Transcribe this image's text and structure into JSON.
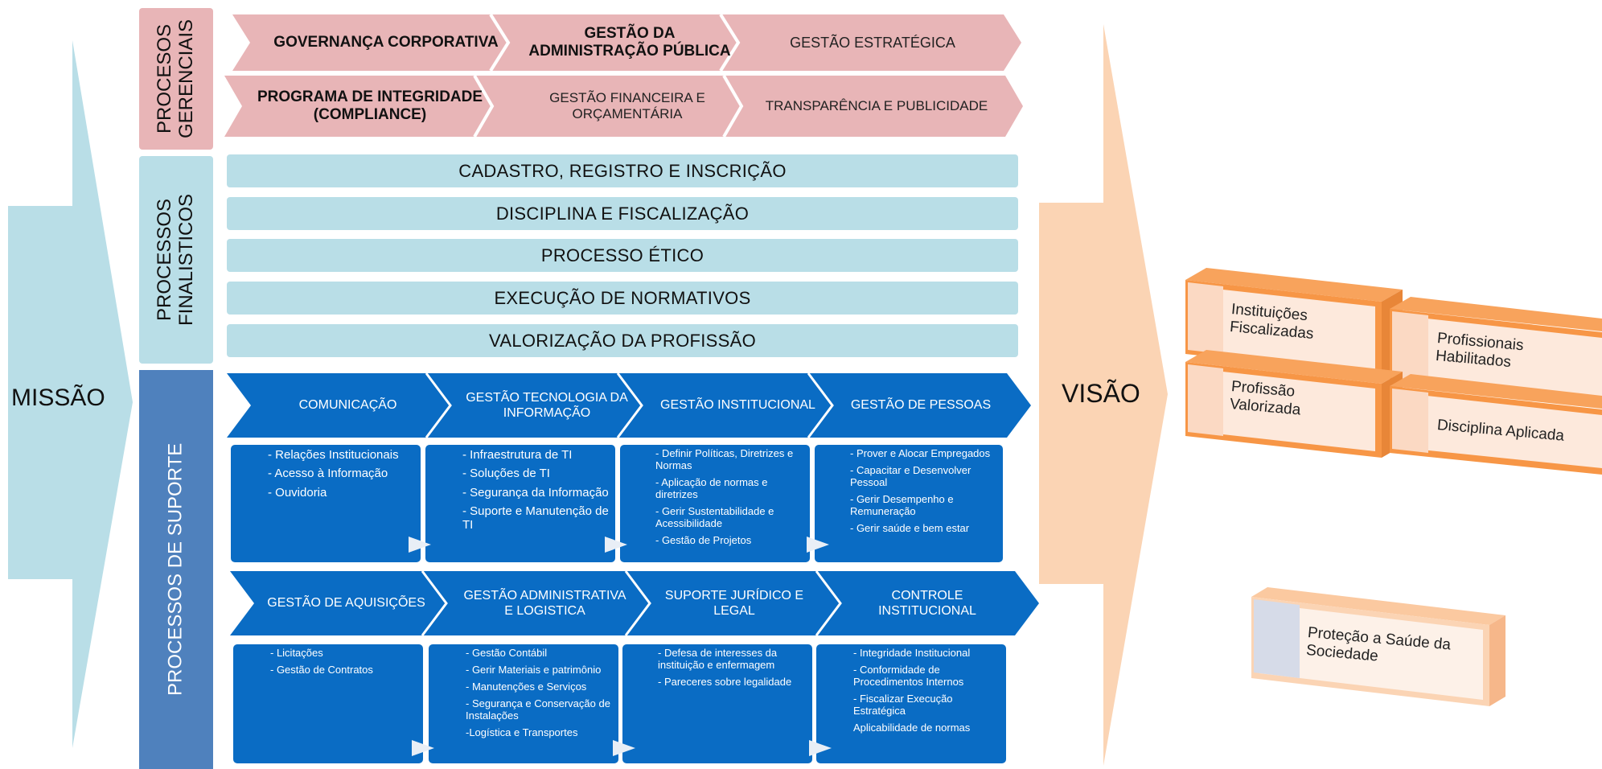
{
  "missao": "MISSÃO",
  "visao": "VISÃO",
  "gerenciais": {
    "label": "PROCESOS GERENCIAIS",
    "row1": [
      "GOVERNANÇA CORPORATIVA",
      "GESTÃO DA ADMINISTRAÇÃO PÚBLICA",
      "GESTÃO ESTRATÉGICA"
    ],
    "row2": [
      "PROGRAMA DE INTEGRIDADE (COMPLIANCE)",
      "GESTÃO FINANCEIRA E ORÇAMENTÁRIA",
      "TRANSPARÊNCIA E PUBLICIDADE"
    ]
  },
  "finalisticos": {
    "label": "PROCESSOS FINALISTICOS",
    "items": [
      "CADASTRO, REGISTRO E INSCRIÇÃO",
      "DISCIPLINA E FISCALIZAÇÃO",
      "PROCESSO ÉTICO",
      "EXECUÇÃO DE NORMATIVOS",
      "VALORIZAÇÃO DA PROFISSÃO"
    ]
  },
  "suporte": {
    "label": "PROCESSOS DE SUPORTE",
    "row1": [
      {
        "title": "COMUNICAÇÃO",
        "items": [
          "- Relações Institucionais",
          "- Acesso à Informação",
          "- Ouvidoria"
        ]
      },
      {
        "title": "GESTÃO TECNOLOGIA DA INFORMAÇÃO",
        "items": [
          "- Infraestrutura de TI",
          "- Soluções de TI",
          "- Segurança da Informação",
          "- Suporte e Manutenção de TI"
        ]
      },
      {
        "title": "GESTÃO INSTITUCIONAL",
        "items": [
          "- Definir Políticas, Diretrizes e Normas",
          "- Aplicação de normas e diretrizes",
          "- Gerir Sustentabilidade e Acessibilidade",
          "- Gestão de Projetos"
        ]
      },
      {
        "title": "GESTÃO DE PESSOAS",
        "items": [
          "- Prover e Alocar Empregados",
          "- Capacitar e Desenvolver Pessoal",
          "- Gerir Desempenho e Remuneração",
          "- Gerir saúde e bem estar"
        ]
      }
    ],
    "row2": [
      {
        "title": "GESTÃO DE AQUISIÇÕES",
        "items": [
          "- Licitações",
          "- Gestão de Contratos"
        ]
      },
      {
        "title": "GESTÃO ADMINISTRATIVA E LOGISTICA",
        "items": [
          "- Gestão Contábil",
          "- Gerir Materiais e patrimônio",
          "- Manutenções e Serviços",
          "- Segurança e Conservação de Instalações",
          "-Logística e Transportes"
        ]
      },
      {
        "title": "SUPORTE JURÍDICO E LEGAL",
        "items": [
          "- Defesa de interesses da instituição e enfermagem",
          "- Pareceres sobre legalidade"
        ]
      },
      {
        "title": "CONTROLE INSTITUCIONAL",
        "items": [
          "- Integridade Institucional",
          "- Conformidade de Procedimentos Internos",
          "- Fiscalizar Execução Estratégica",
          "Aplicabilidade de normas"
        ]
      }
    ]
  },
  "resultados": [
    "Instituições Fiscalizadas",
    "Profissionais Habilitados",
    "Profissão Valorizada",
    "Disciplina Aplicada"
  ],
  "sociedade": "Proteção a Saúde da Sociedade",
  "colors": {
    "missao_arrow": "#b9dee7",
    "visao_arrow": "#fbd4b4",
    "gerencial": "#e8b5b7",
    "finalistico": "#b9dee7",
    "suporte": "#0a6cc4",
    "suporte_label": "#4f81bd",
    "result_orange": "#f79646"
  }
}
